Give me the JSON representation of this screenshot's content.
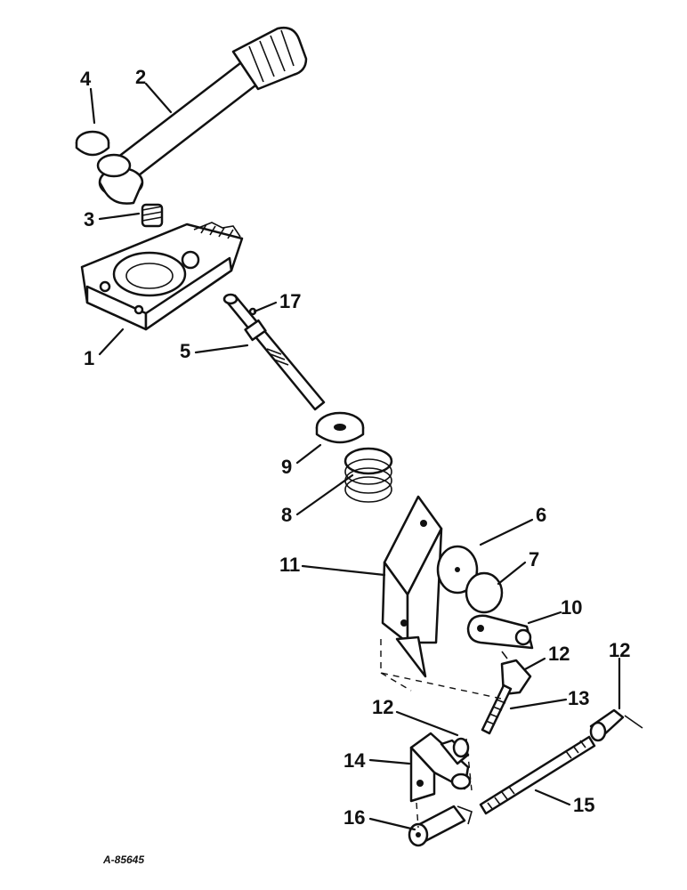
{
  "diagram": {
    "drawing_number": "A-85645",
    "callouts": [
      {
        "id": "c4",
        "label": "4"
      },
      {
        "id": "c2",
        "label": "2"
      },
      {
        "id": "c3",
        "label": "3"
      },
      {
        "id": "c17",
        "label": "17"
      },
      {
        "id": "c1",
        "label": "1"
      },
      {
        "id": "c5",
        "label": "5"
      },
      {
        "id": "c9",
        "label": "9"
      },
      {
        "id": "c8",
        "label": "8"
      },
      {
        "id": "c6",
        "label": "6"
      },
      {
        "id": "c11",
        "label": "11"
      },
      {
        "id": "c7",
        "label": "7"
      },
      {
        "id": "c10",
        "label": "10"
      },
      {
        "id": "c12a",
        "label": "12"
      },
      {
        "id": "c12b",
        "label": "12"
      },
      {
        "id": "c12c",
        "label": "12"
      },
      {
        "id": "c13",
        "label": "13"
      },
      {
        "id": "c14",
        "label": "14"
      },
      {
        "id": "c15",
        "label": "15"
      },
      {
        "id": "c16",
        "label": "16"
      }
    ]
  }
}
